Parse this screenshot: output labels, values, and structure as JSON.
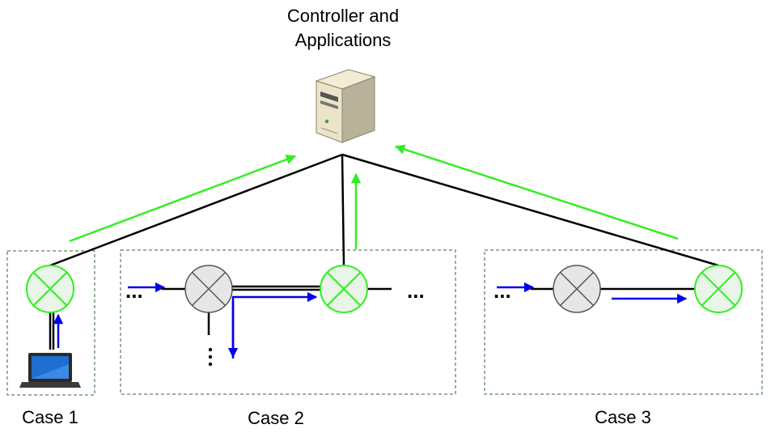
{
  "controller": {
    "title_line_1": "Controller and",
    "title_line_2": "Applications",
    "icon": "server-icon"
  },
  "cases": [
    {
      "label": "Case 1"
    },
    {
      "label": "Case 2"
    },
    {
      "label": "Case 3"
    }
  ],
  "icons": {
    "switch": "switch-icon",
    "host": "laptop-icon",
    "more": "ellipsis-icon"
  },
  "colors": {
    "control_channel": "#000000",
    "controller_message": "#33ee22",
    "packet_flow": "#0000ee",
    "active_switch_border": "#33ee22",
    "active_switch_fill": "#e8f5e8",
    "inactive_switch_border": "#555555",
    "inactive_switch_fill": "#e6e6e6",
    "case_border": "#336633"
  }
}
